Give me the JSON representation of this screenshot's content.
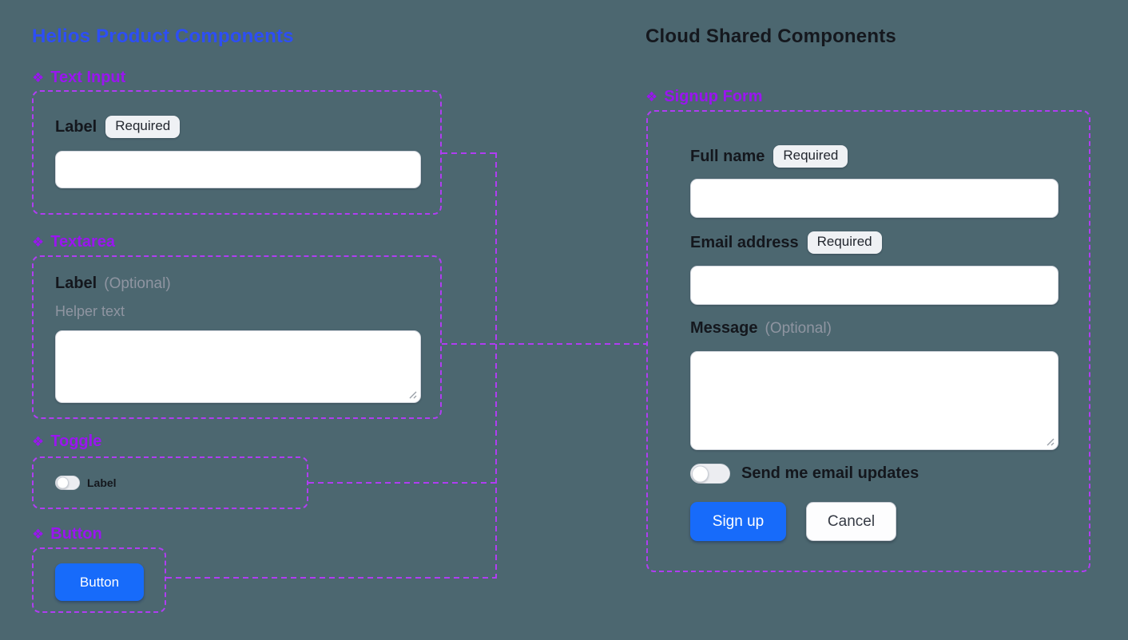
{
  "colors": {
    "background": "#4C6770",
    "left_title_blue": "#2D4EF5",
    "component_purple": "#9A15F0",
    "connector_purple": "#B03DF2",
    "primary_button_blue": "#176BFA",
    "text_dark": "#14171D",
    "text_muted": "#8F95A1"
  },
  "icons": {
    "component": "❖"
  },
  "left": {
    "title": "Helios Product Components",
    "text_input": {
      "header": "Text Input",
      "label": "Label",
      "badge": "Required"
    },
    "textarea": {
      "header": "Textarea",
      "label": "Label",
      "optional": "(Optional)",
      "helper": "Helper text"
    },
    "toggle": {
      "header": "Toggle",
      "label": "Label"
    },
    "button": {
      "header": "Button",
      "label": "Button"
    }
  },
  "right": {
    "title": "Cloud Shared Components",
    "signup_form": {
      "header": "Signup Form",
      "full_name": {
        "label": "Full name",
        "badge": "Required"
      },
      "email": {
        "label": "Email address",
        "badge": "Required"
      },
      "message": {
        "label": "Message",
        "optional": "(Optional)"
      },
      "updates_toggle": {
        "label": "Send me email updates"
      },
      "signup_button": "Sign up",
      "cancel_button": "Cancel"
    }
  }
}
